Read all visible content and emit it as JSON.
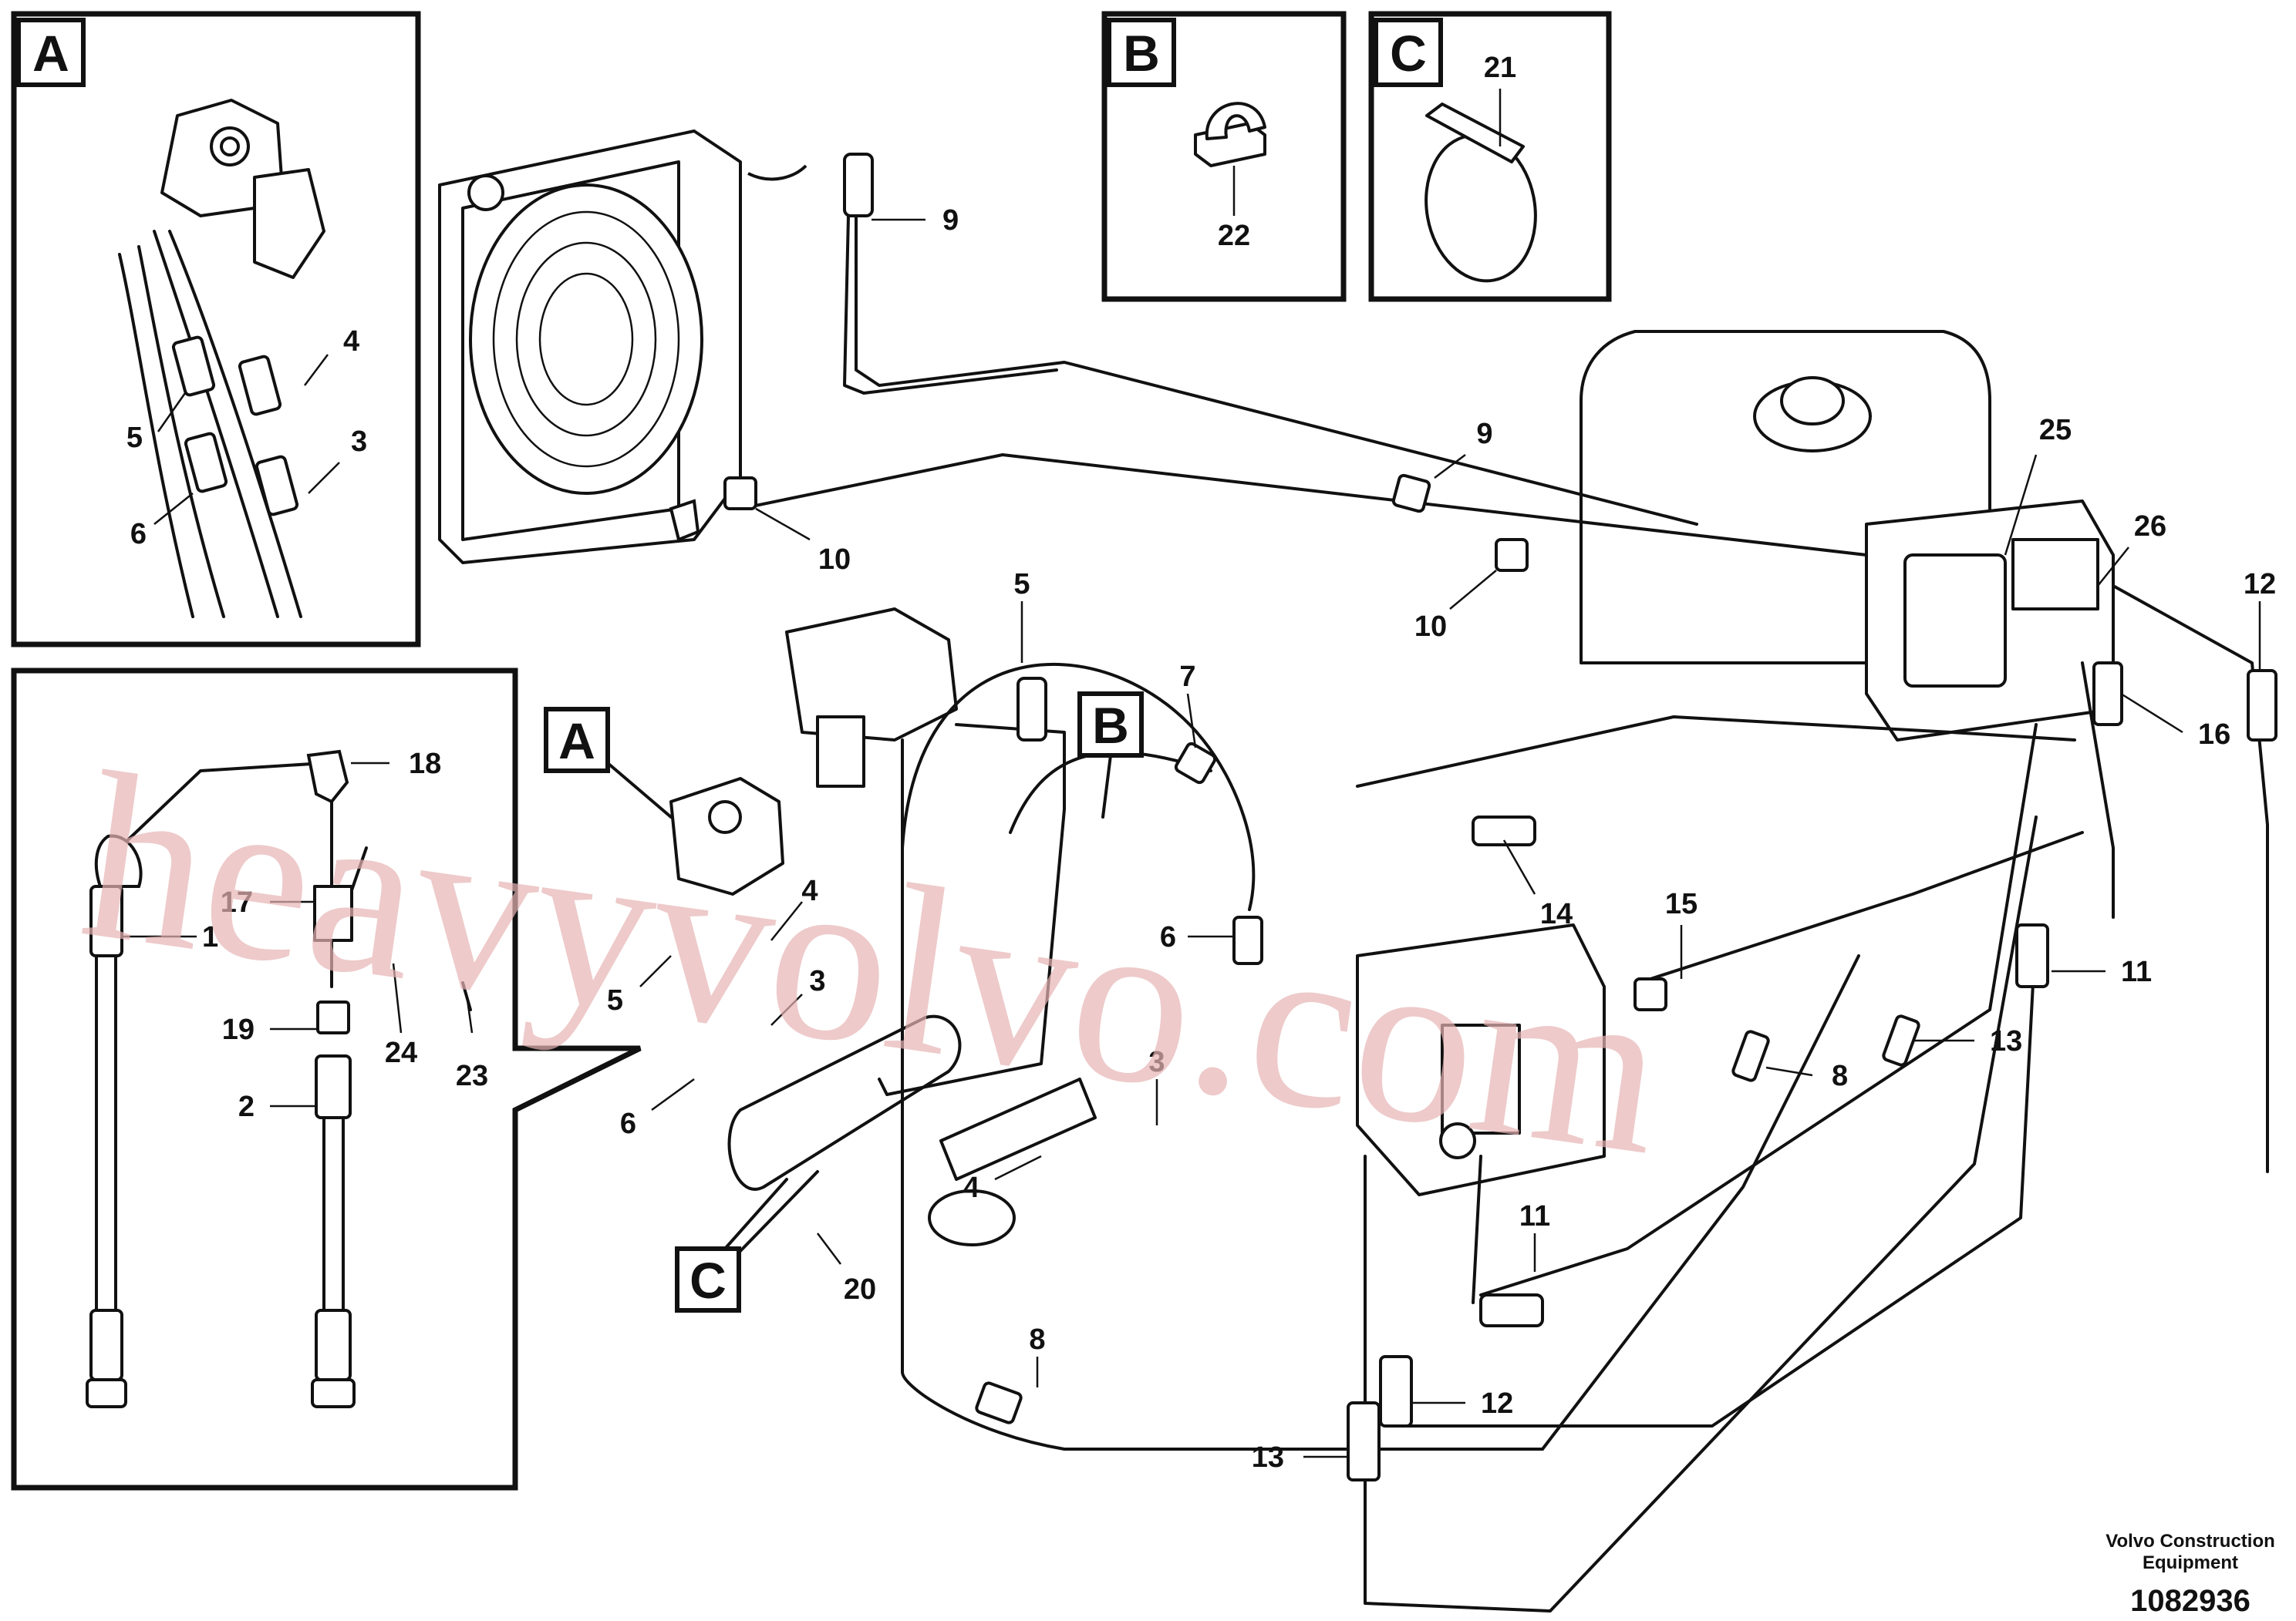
{
  "diagram": {
    "detail_labels": {
      "a": "A",
      "b": "B",
      "c": "C"
    },
    "callouts": {
      "p1": "1",
      "p2": "2",
      "p3": "3",
      "p4": "4",
      "p5": "5",
      "p6": "6",
      "p7": "7",
      "p8": "8",
      "p9": "9",
      "p10": "10",
      "p11": "11",
      "p12": "12",
      "p13": "13",
      "p14": "14",
      "p15": "15",
      "p16": "16",
      "p17": "17",
      "p18": "18",
      "p19": "19",
      "p20": "20",
      "p21": "21",
      "p22": "22",
      "p23": "23",
      "p24": "24",
      "p25": "25",
      "p26": "26"
    },
    "watermark": "heavyvolvo.com",
    "caption": {
      "brand_line1": "Volvo Construction",
      "brand_line2": "Equipment",
      "drawing_number": "1082936"
    }
  }
}
